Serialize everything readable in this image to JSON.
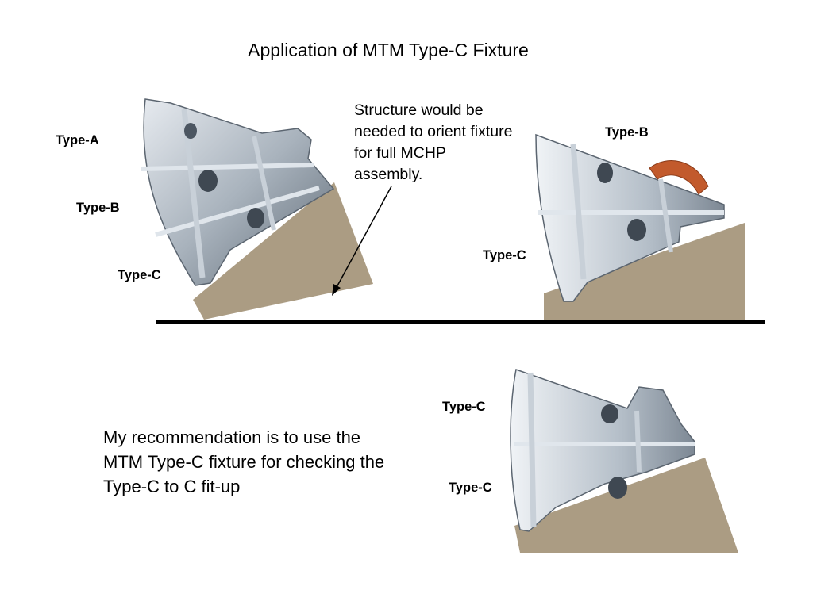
{
  "slide": {
    "title": "Application of MTM Type-C Fixture",
    "callout": "Structure would be needed to orient fixture for full MCHP assembly.",
    "recommendation": "My recommendation is to use the MTM Type-C fixture for checking the Type-C to C fit-up"
  },
  "figure_left": {
    "labels": [
      "Type-A",
      "Type-B",
      "Type-C"
    ]
  },
  "figure_right": {
    "labels": [
      "Type-B",
      "Type-C"
    ]
  },
  "figure_bottom": {
    "labels": [
      "Type-C",
      "Type-C"
    ]
  },
  "colors": {
    "fixture": "#ab9c83",
    "structure_light": "#cdd4dc",
    "structure_dark": "#6e7884",
    "rib": "#b7c2cc",
    "flange": "#c25a2c",
    "ground_line": "#000000"
  }
}
